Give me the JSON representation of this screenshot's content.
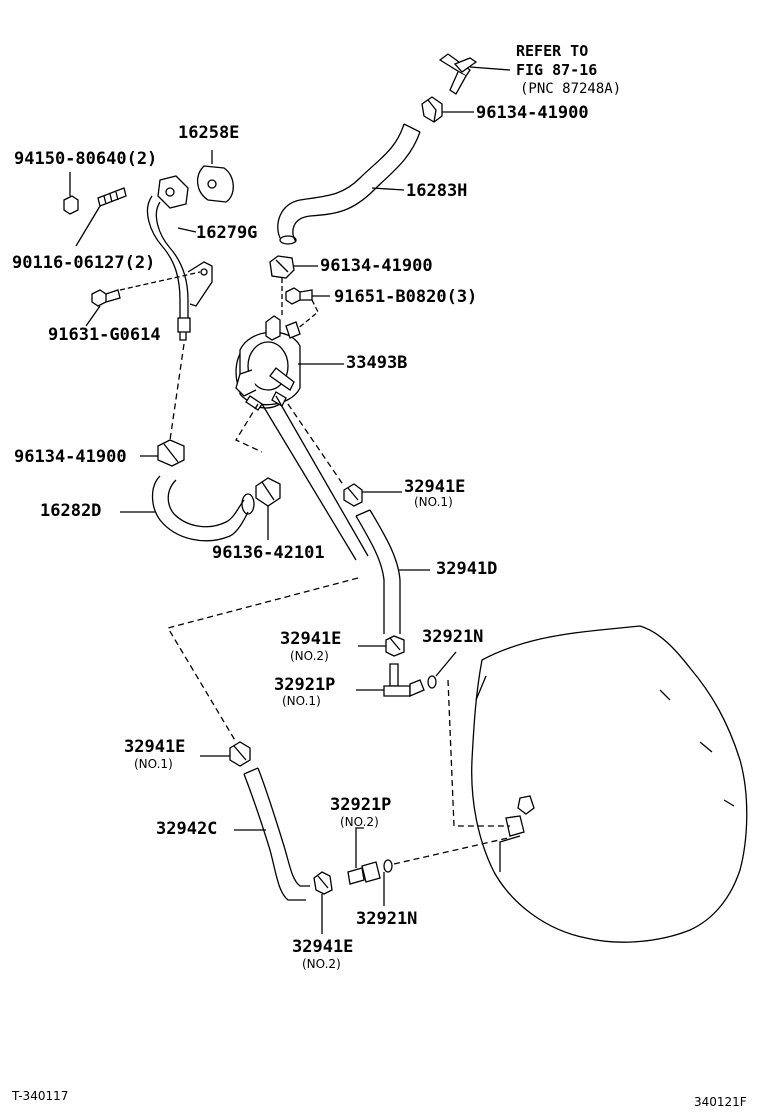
{
  "refer": {
    "line1": "REFER TO",
    "line2": "FIG 87-16",
    "line3": "(PNC 87248A)"
  },
  "labels": {
    "p96134_top": "96134-41900",
    "p16258E": "16258E",
    "p94150": "94150-80640(2)",
    "p16283H": "16283H",
    "p16279G": "16279G",
    "p90116": "90116-06127(2)",
    "p96134_mid": "96134-41900",
    "p91651": "91651-B0820(3)",
    "p91631": "91631-G0614",
    "p33493B": "33493B",
    "p96134_left": "96134-41900",
    "p32941E_1": "32941E",
    "p32941E_1_sub": "(NO.1)",
    "p16282D": "16282D",
    "p96136": "96136-42101",
    "p32941D": "32941D",
    "p32941E_2": "32941E",
    "p32941E_2_sub": "(NO.2)",
    "p32921N_top": "32921N",
    "p32921P_1": "32921P",
    "p32921P_1_sub": "(NO.1)",
    "p32941E_3": "32941E",
    "p32941E_3_sub": "(NO.1)",
    "p32921P_2": "32921P",
    "p32921P_2_sub": "(NO.2)",
    "p32942C": "32942C",
    "p32921N_bot": "32921N",
    "p32941E_4": "32941E",
    "p32941E_4_sub": "(NO.2)"
  },
  "footer": {
    "left": "T-340117",
    "right": "340121F"
  }
}
